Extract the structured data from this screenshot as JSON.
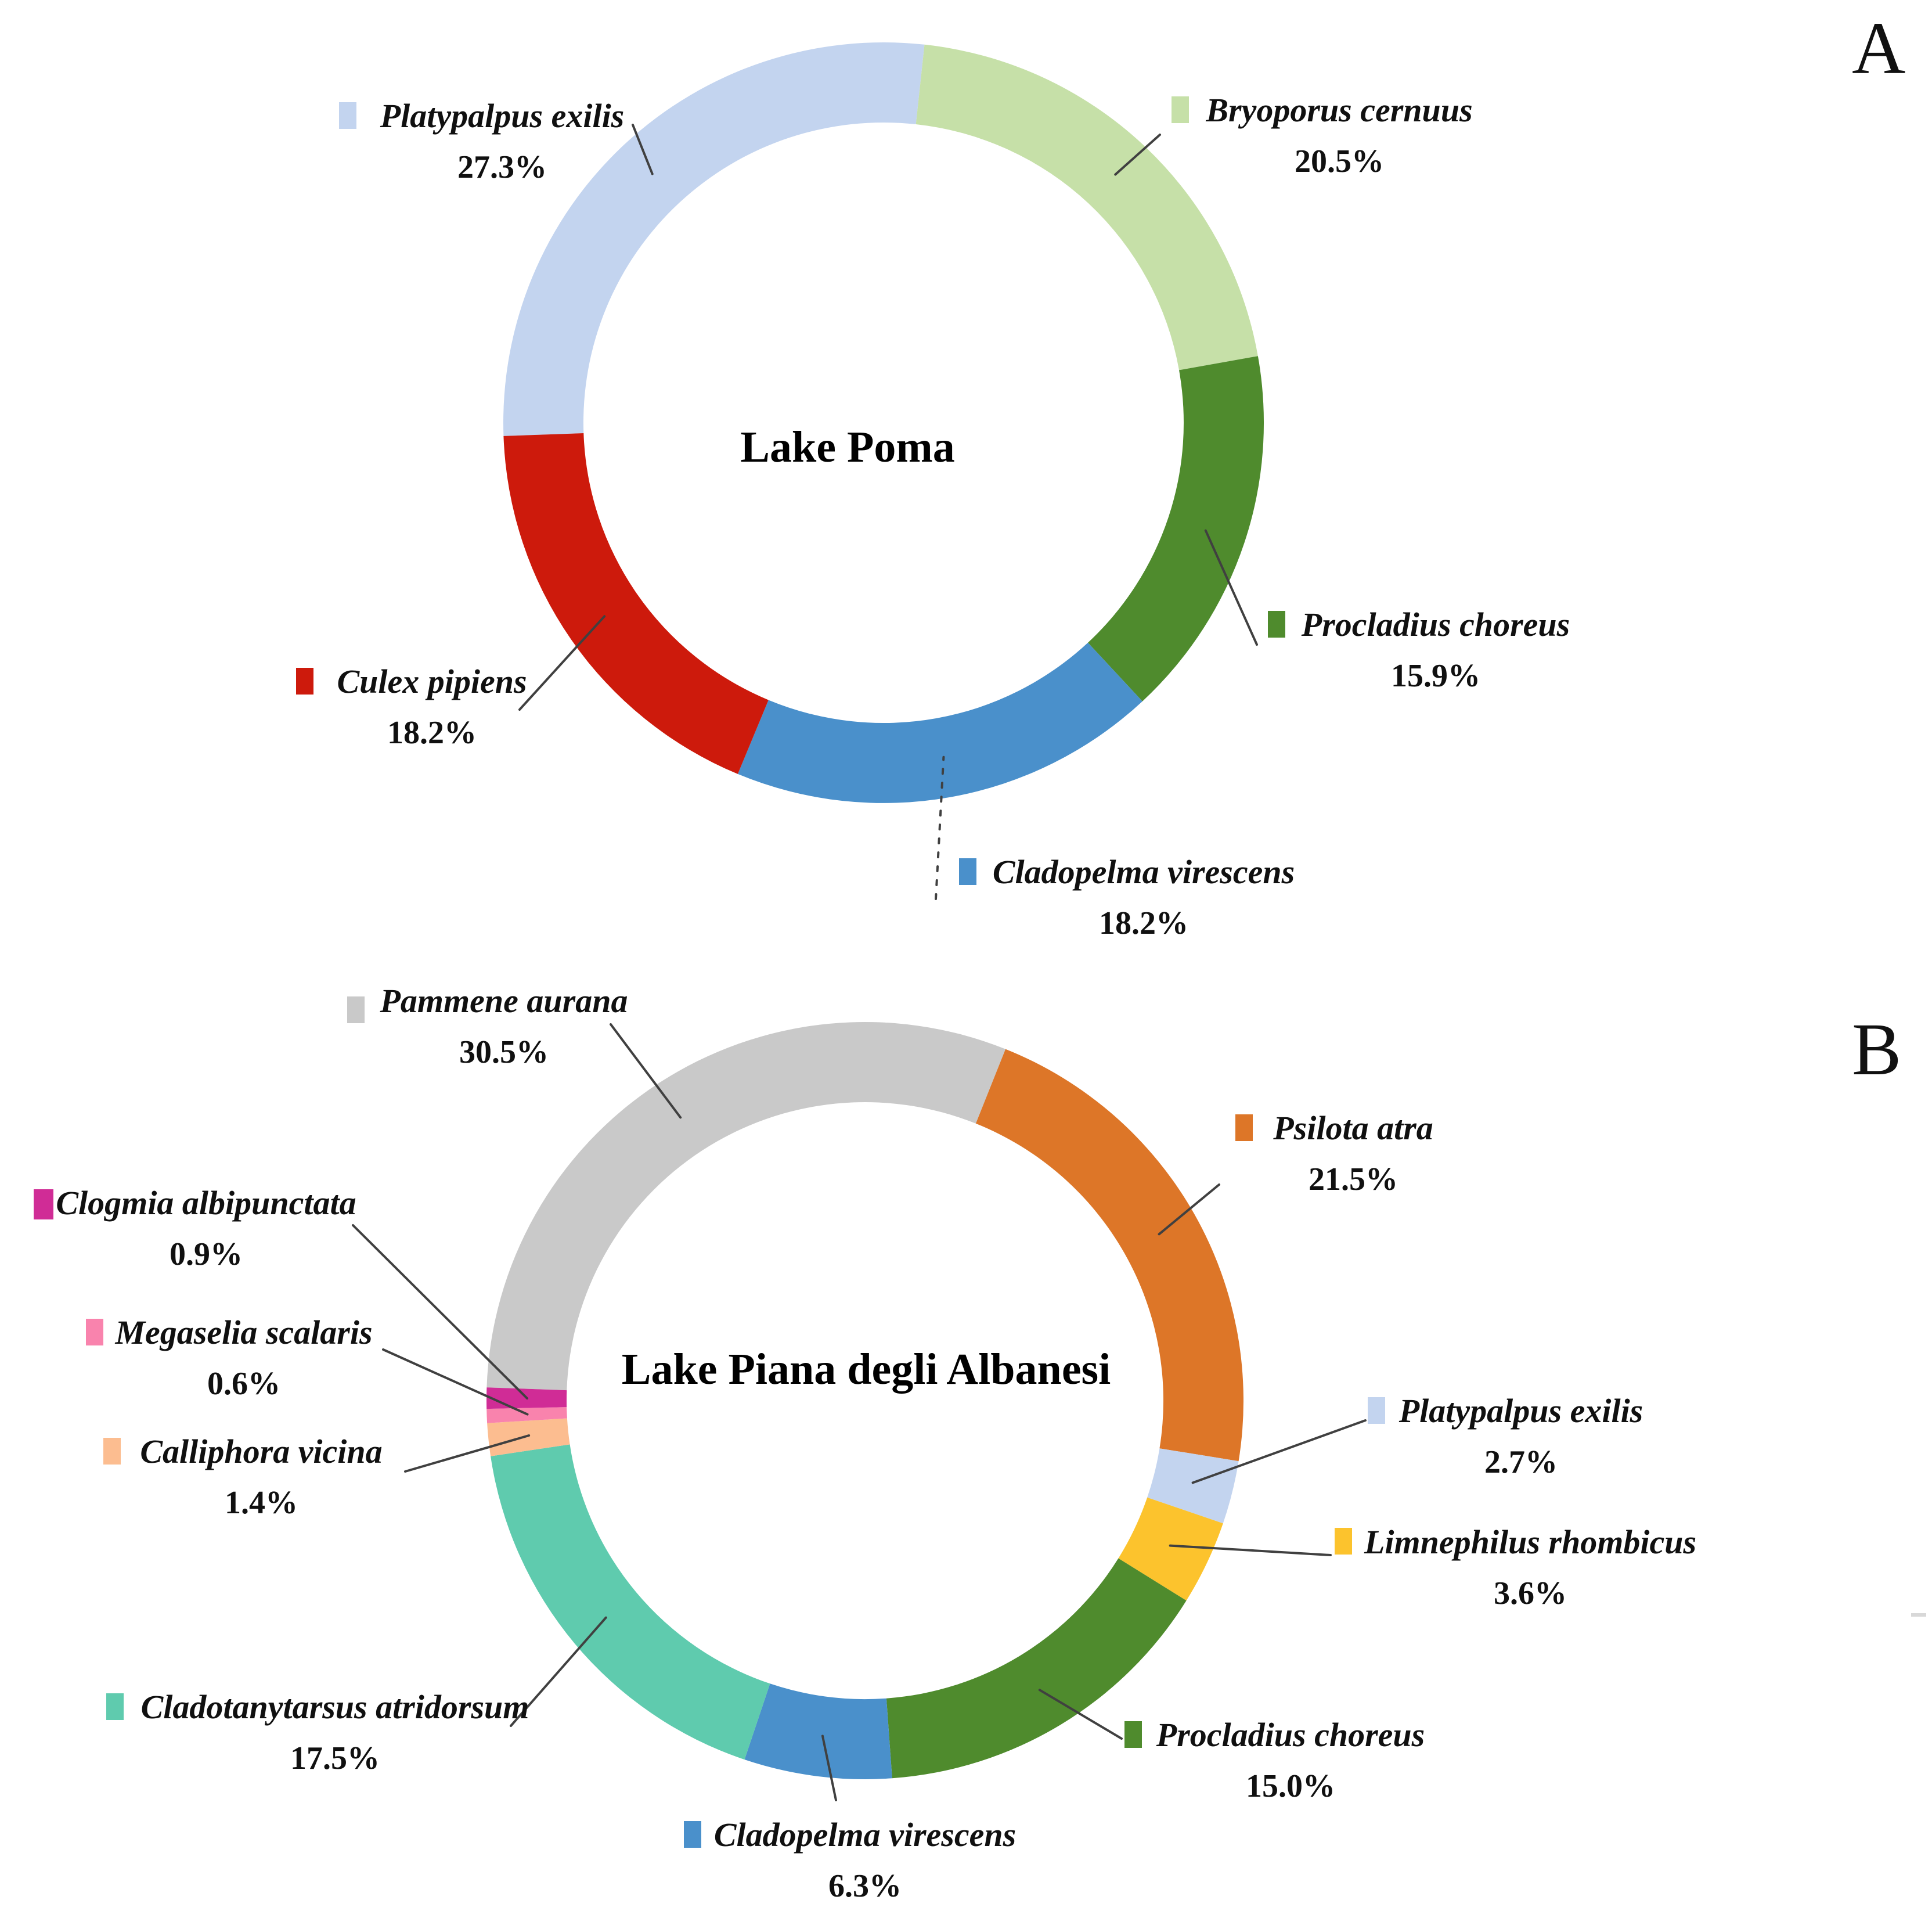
{
  "figure": {
    "background": "#ffffff"
  },
  "panel_letters": [
    "A",
    "B"
  ],
  "chart_data": [
    {
      "type": "donut",
      "panel": "A",
      "title": "Lake Poma",
      "legend_position": "around-callouts",
      "start_angle_deg": 268,
      "donut_hole_ratio": 0.79,
      "series": [
        {
          "label": "Platypalpus exilis",
          "value": 27.3,
          "display": "27.3%",
          "color": "#c3d4ef"
        },
        {
          "label": "Bryoporus cernuus",
          "value": 20.5,
          "display": "20.5%",
          "color": "#c6e0a8"
        },
        {
          "label": "Procladius choreus",
          "value": 15.9,
          "display": "15.9%",
          "color": "#4f8b2d"
        },
        {
          "label": "Cladopelma virescens",
          "value": 18.2,
          "display": "18.2%",
          "color": "#4a90cb"
        },
        {
          "label": "Culex pipiens",
          "value": 18.2,
          "display": "18.2%",
          "color": "#cd1a0c"
        }
      ]
    },
    {
      "type": "donut",
      "panel": "B",
      "title": "Lake Piana degli Albanesi",
      "legend_position": "around-callouts",
      "start_angle_deg": 272,
      "donut_hole_ratio": 0.79,
      "series": [
        {
          "label": "Pammene aurana",
          "value": 30.5,
          "display": "30.5%",
          "color": "#c9c9c9"
        },
        {
          "label": "Psilota atra",
          "value": 21.5,
          "display": "21.5%",
          "color": "#dd7628"
        },
        {
          "label": "Platypalpus exilis",
          "value": 2.7,
          "display": "2.7%",
          "color": "#c3d4ef"
        },
        {
          "label": "Limnephilus rhombicus",
          "value": 3.6,
          "display": "3.6%",
          "color": "#fcc32d"
        },
        {
          "label": "Procladius choreus",
          "value": 15.0,
          "display": "15.0%",
          "color": "#4f8b2d"
        },
        {
          "label": "Cladopelma virescens",
          "value": 6.3,
          "display": "6.3%",
          "color": "#4a90cb"
        },
        {
          "label": "Cladotanytarsus atridorsum",
          "value": 17.5,
          "display": "17.5%",
          "color": "#5fcbae"
        },
        {
          "label": "Calliphora vicina",
          "value": 1.4,
          "display": "1.4%",
          "color": "#fcbd90"
        },
        {
          "label": "Megaselia scalaris",
          "value": 0.6,
          "display": "0.6%",
          "color": "#f983ad"
        },
        {
          "label": "Clogmia albipunctata",
          "value": 0.9,
          "display": "0.9%",
          "color": "#d02c96"
        }
      ]
    }
  ]
}
